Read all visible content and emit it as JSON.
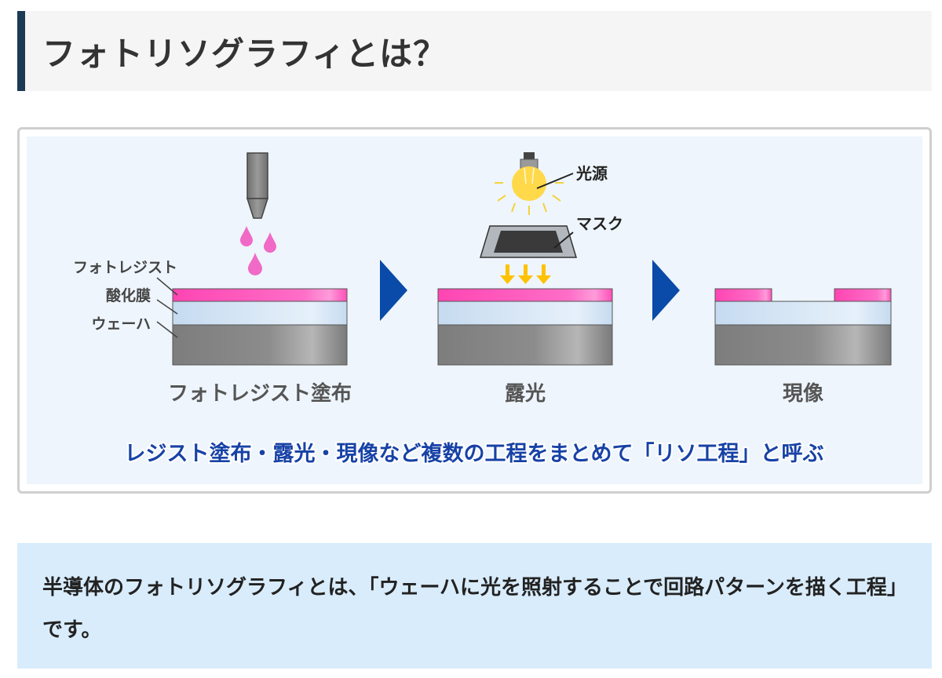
{
  "heading": {
    "title": "フォトリソグラフィとは？"
  },
  "diagram": {
    "layer_labels": {
      "photoresist": "フォトレジスト",
      "oxide": "酸化膜",
      "wafer": "ウェーハ"
    },
    "light_label": "光源",
    "mask_label": "マスク",
    "steps": [
      "フォトレジスト塗布",
      "露光",
      "現像"
    ],
    "caption": "レジスト塗布・露光・現像など複数の工程をまとめて「リソ工程」と呼ぶ",
    "colors": {
      "resist": "#ff55bb",
      "oxide": "#cfe1f3",
      "wafer": "#8a8a8a",
      "arrow": "#0a4aa8",
      "caption": "#1742a6",
      "bulb": "#ffd94a",
      "light_arrow": "#ffc200",
      "drop": "#f06ac6"
    }
  },
  "note": {
    "text": "半導体のフォトリソグラフィとは、「ウェーハに光を照射することで回路パターンを描く工程」です。"
  }
}
